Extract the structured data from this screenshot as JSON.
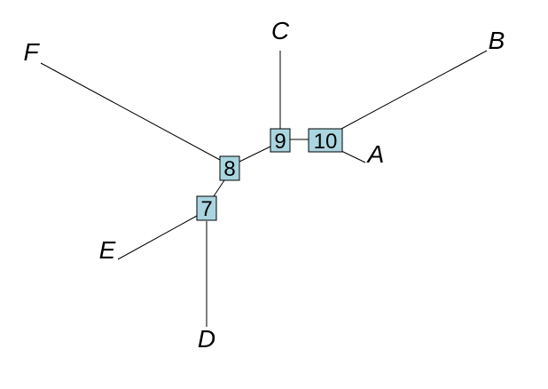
{
  "diagram": {
    "colors": {
      "node_fill": "#a9d4e0",
      "stroke": "#000000",
      "background": "#ffffff"
    },
    "internal_nodes": [
      {
        "id": "n7",
        "label": "7"
      },
      {
        "id": "n8",
        "label": "8"
      },
      {
        "id": "n9",
        "label": "9"
      },
      {
        "id": "n10",
        "label": "10"
      }
    ],
    "leaves": [
      {
        "id": "A",
        "label": "A"
      },
      {
        "id": "B",
        "label": "B"
      },
      {
        "id": "C",
        "label": "C"
      },
      {
        "id": "D",
        "label": "D"
      },
      {
        "id": "E",
        "label": "E"
      },
      {
        "id": "F",
        "label": "F"
      }
    ],
    "edges": [
      [
        "n10",
        "A"
      ],
      [
        "n10",
        "B"
      ],
      [
        "n10",
        "n9"
      ],
      [
        "n9",
        "C"
      ],
      [
        "n9",
        "n8"
      ],
      [
        "n8",
        "F"
      ],
      [
        "n8",
        "n7"
      ],
      [
        "n7",
        "E"
      ],
      [
        "n7",
        "D"
      ]
    ]
  }
}
